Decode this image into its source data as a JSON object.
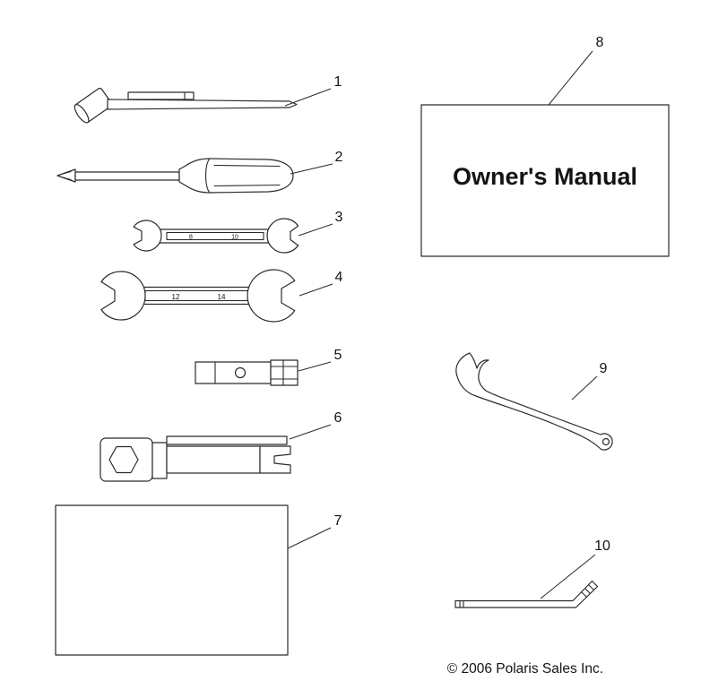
{
  "page": {
    "background": "#ffffff",
    "line_color": "#2b2b2b"
  },
  "copyright": "© 2006 Polaris Sales Inc.",
  "owners_manual_label": "Owner's Manual",
  "callouts": [
    {
      "label": "1",
      "part": "spark-plug-socket-rod"
    },
    {
      "label": "2",
      "part": "screwdriver"
    },
    {
      "label": "3",
      "part": "open-end-wrench-8-10"
    },
    {
      "label": "4",
      "part": "open-end-wrench-12-14"
    },
    {
      "label": "5",
      "part": "adapter-tool"
    },
    {
      "label": "6",
      "part": "spark-plug-wrench"
    },
    {
      "label": "7",
      "part": "tool-bag"
    },
    {
      "label": "8",
      "part": "owners-manual"
    },
    {
      "label": "9",
      "part": "spanner-wrench"
    },
    {
      "label": "10",
      "part": "hex-key"
    }
  ],
  "wrench_markings": {
    "small_left": "8",
    "small_right": "10",
    "large_left": "12",
    "large_right": "14"
  }
}
